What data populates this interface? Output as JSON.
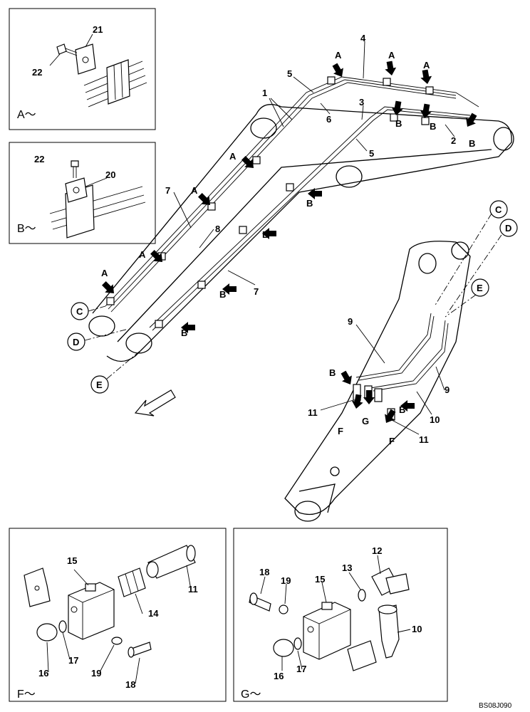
{
  "inset_A": {
    "title": "A～",
    "parts": [
      "21",
      "22"
    ]
  },
  "inset_B": {
    "title": "B～",
    "parts": [
      "22",
      "20"
    ]
  },
  "inset_F": {
    "title": "F～",
    "parts": [
      "15",
      "11",
      "14",
      "16",
      "17",
      "19",
      "18"
    ]
  },
  "inset_G": {
    "title": "G～",
    "parts": [
      "12",
      "18",
      "19",
      "13",
      "15",
      "10",
      "16",
      "17"
    ]
  },
  "boom_callouts": [
    "1",
    "2",
    "3",
    "4",
    "5",
    "5",
    "6",
    "7",
    "7",
    "8"
  ],
  "arm_callouts": [
    "9",
    "9",
    "10",
    "11",
    "11"
  ],
  "arrow_letters": {
    "a": "A",
    "b": "B",
    "f": "F",
    "g": "G"
  },
  "circle_letters": [
    "C",
    "D",
    "E",
    "C",
    "D",
    "E"
  ],
  "drawing_code": "BS08J090"
}
